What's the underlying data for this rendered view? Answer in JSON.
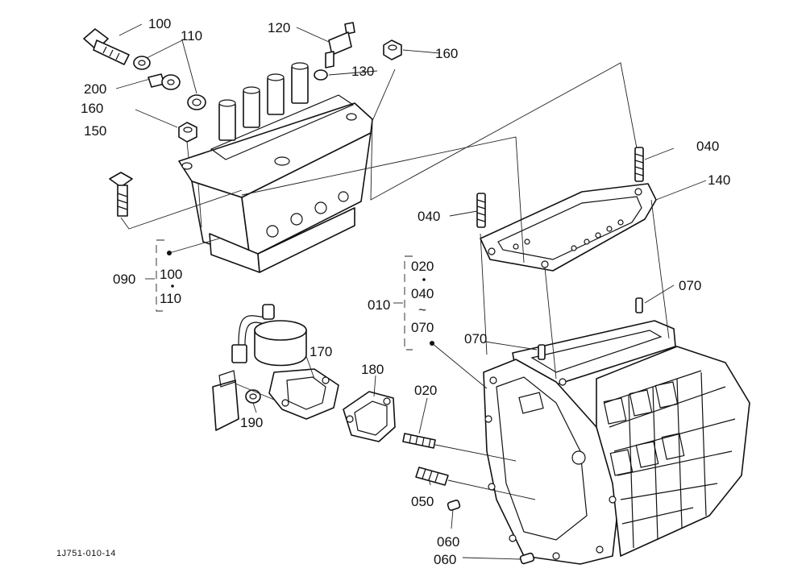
{
  "callouts": {
    "c100_top": "100",
    "c110_top": "110",
    "c120": "120",
    "c160_right": "160",
    "c130": "130",
    "c200": "200",
    "c160_left": "160",
    "c150": "150",
    "c040_right": "040",
    "c140": "140",
    "c040_left": "040",
    "c090": "090",
    "c100_group": "100",
    "c110_group": "110",
    "c020_group": "020",
    "c040_group": "040",
    "c070_group": "070",
    "c010": "010",
    "c070_right": "070",
    "c070_mid": "070",
    "c170": "170",
    "c180": "180",
    "c020_stud": "020",
    "c190": "190",
    "c050": "050",
    "c060_upper": "060",
    "c060_lower": "060"
  },
  "range_symbol": "~",
  "drawing_code": "1J751-010-14"
}
